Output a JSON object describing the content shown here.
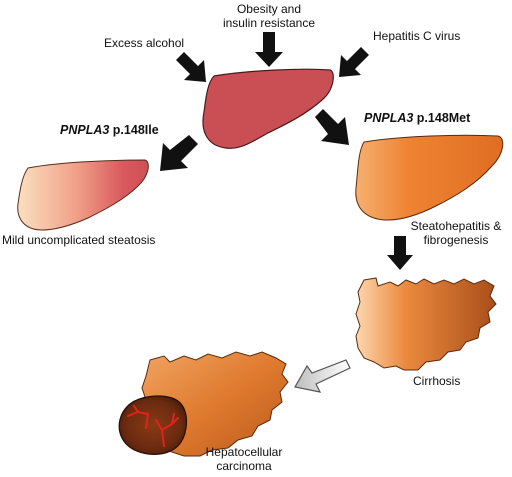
{
  "causes": {
    "alcohol": "Excess alcohol",
    "obesity_line1": "Obesity and",
    "obesity_line2": "insulin resistance",
    "hcv": "Hepatitis C virus"
  },
  "variants": {
    "ile_gene": "PNPLA3",
    "ile_suffix": " p.148Ile",
    "met_gene": "PNPLA3",
    "met_suffix": " p.148Met"
  },
  "outcomes": {
    "mild": "Mild uncomplicated steatosis",
    "steato_line1": "Steatohepatitis &",
    "steato_line2": "fibrogenesis",
    "cirrhosis": "Cirrhosis",
    "hcc_line1": "Hepatocellular",
    "hcc_line2": "carcinoma"
  },
  "colors": {
    "healthy_liver": "#c94f55",
    "steatotic_orange": "#e8772a",
    "cirrhotic_dark": "#b4541a",
    "tumor_dark": "#6a2a10",
    "vessel_red": "#e2231a",
    "arrow_black": "#111111"
  }
}
